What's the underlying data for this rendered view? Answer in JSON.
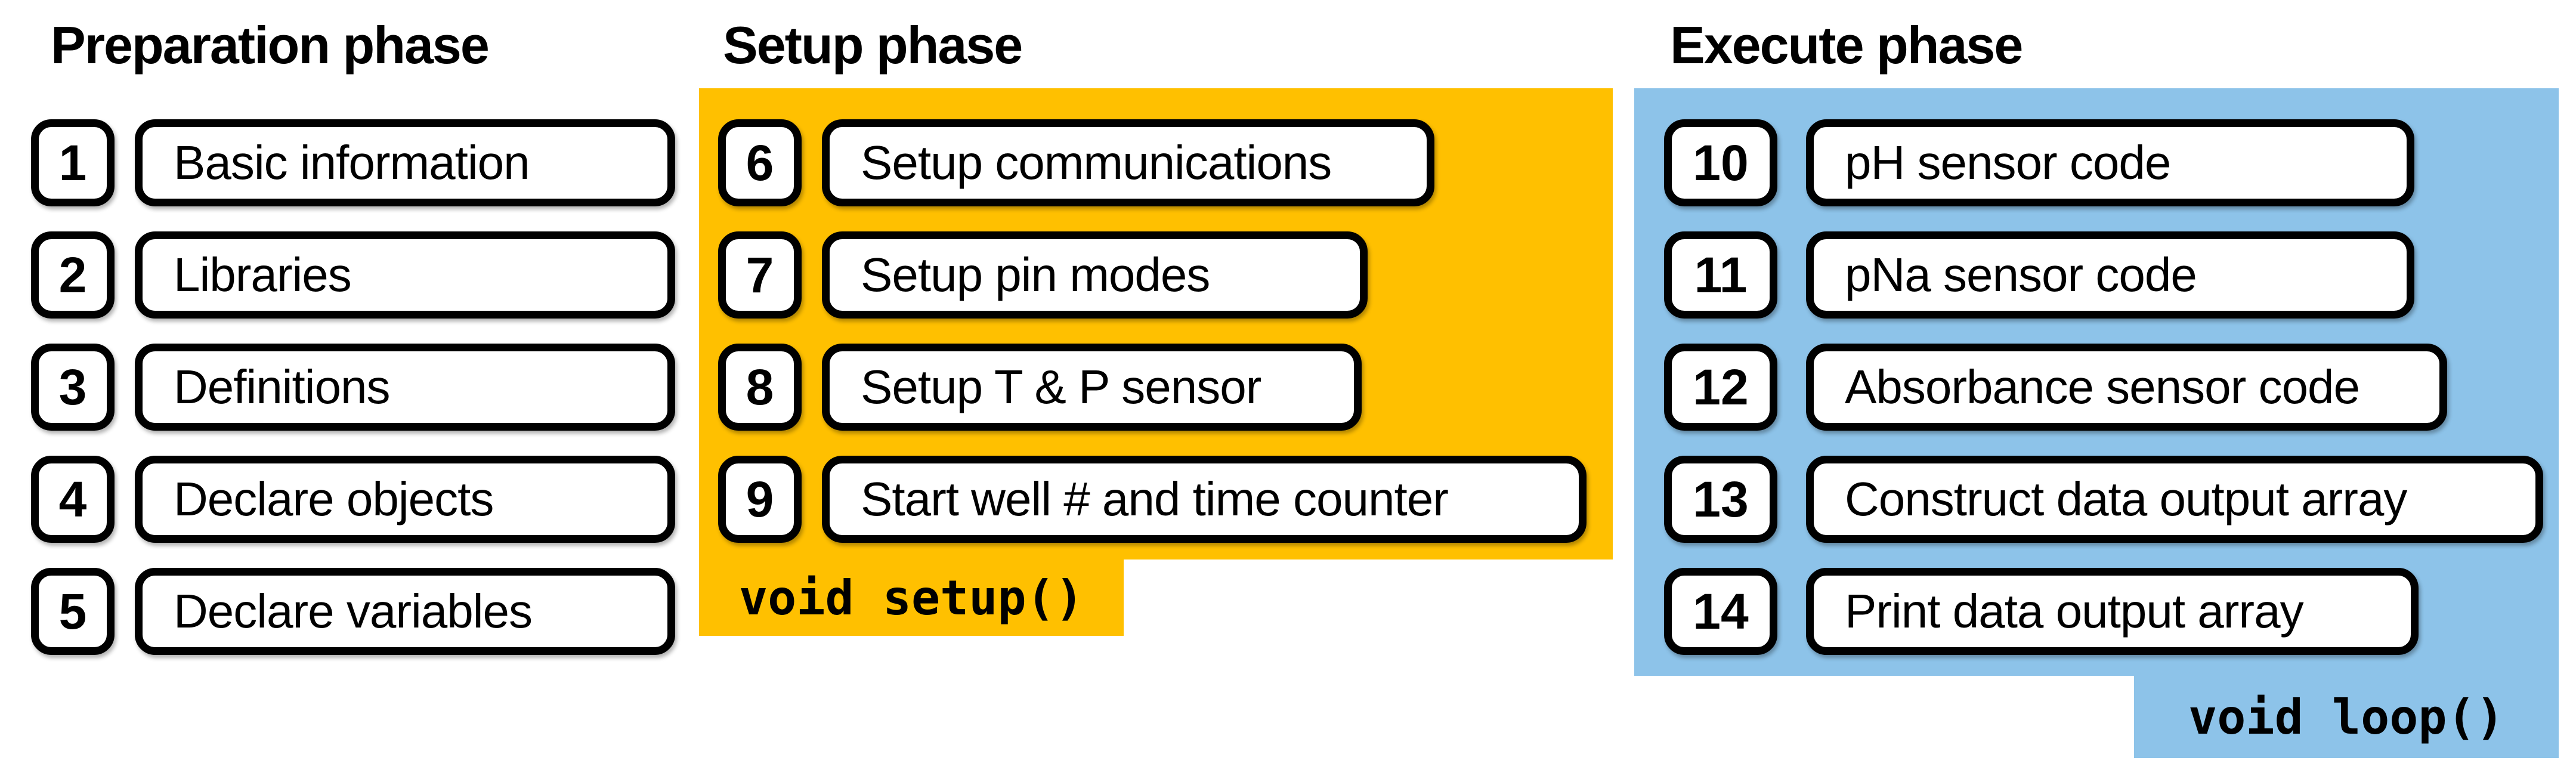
{
  "phases": [
    {
      "title": "Preparation phase",
      "items": [
        {
          "number": "1",
          "label": "Basic information"
        },
        {
          "number": "2",
          "label": "Libraries"
        },
        {
          "number": "3",
          "label": "Definitions"
        },
        {
          "number": "4",
          "label": "Declare objects"
        },
        {
          "number": "5",
          "label": "Declare variables"
        }
      ]
    },
    {
      "title": "Setup phase",
      "function_label": "void setup()",
      "items": [
        {
          "number": "6",
          "label": "Setup communications"
        },
        {
          "number": "7",
          "label": "Setup pin modes"
        },
        {
          "number": "8",
          "label": "Setup T & P sensor"
        },
        {
          "number": "9",
          "label": "Start well # and time counter"
        }
      ]
    },
    {
      "title": "Execute phase",
      "function_label": "void loop()",
      "items": [
        {
          "number": "10",
          "label": "pH sensor code"
        },
        {
          "number": "11",
          "label": "pNa sensor code"
        },
        {
          "number": "12",
          "label": "Absorbance sensor code"
        },
        {
          "number": "13",
          "label": "Construct data output array"
        },
        {
          "number": "14",
          "label": "Print data output array"
        }
      ]
    }
  ],
  "colors": {
    "setup_panel_bg": "#ffc000",
    "execute_panel_bg": "#8dc3e9",
    "box_border": "#000000",
    "box_bg": "#ffffff",
    "text": "#000000"
  }
}
